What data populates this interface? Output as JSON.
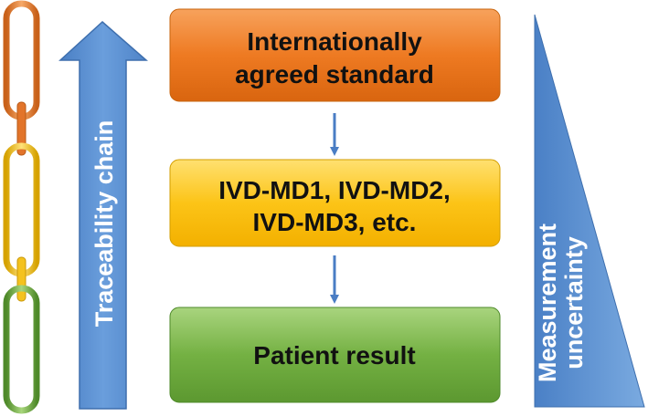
{
  "boxes": [
    {
      "line1": "Internationally",
      "line2": "agreed standard",
      "color": "#ee7a22"
    },
    {
      "line1": "IVD-MD1, IVD-MD2,",
      "line2": "IVD-MD3, etc.",
      "color": "#fbbd0c"
    },
    {
      "line1": "Patient result",
      "color": "#6aa73b"
    }
  ],
  "traceability_label": "Traceability chain",
  "uncertainty_label_line1": "Measurement",
  "uncertainty_label_line2": "uncertainty",
  "colors": {
    "blue": "#5b8fd0",
    "chain_orange": "#e87a2a",
    "chain_yellow": "#f1c21b",
    "chain_green": "#6ea83f"
  }
}
